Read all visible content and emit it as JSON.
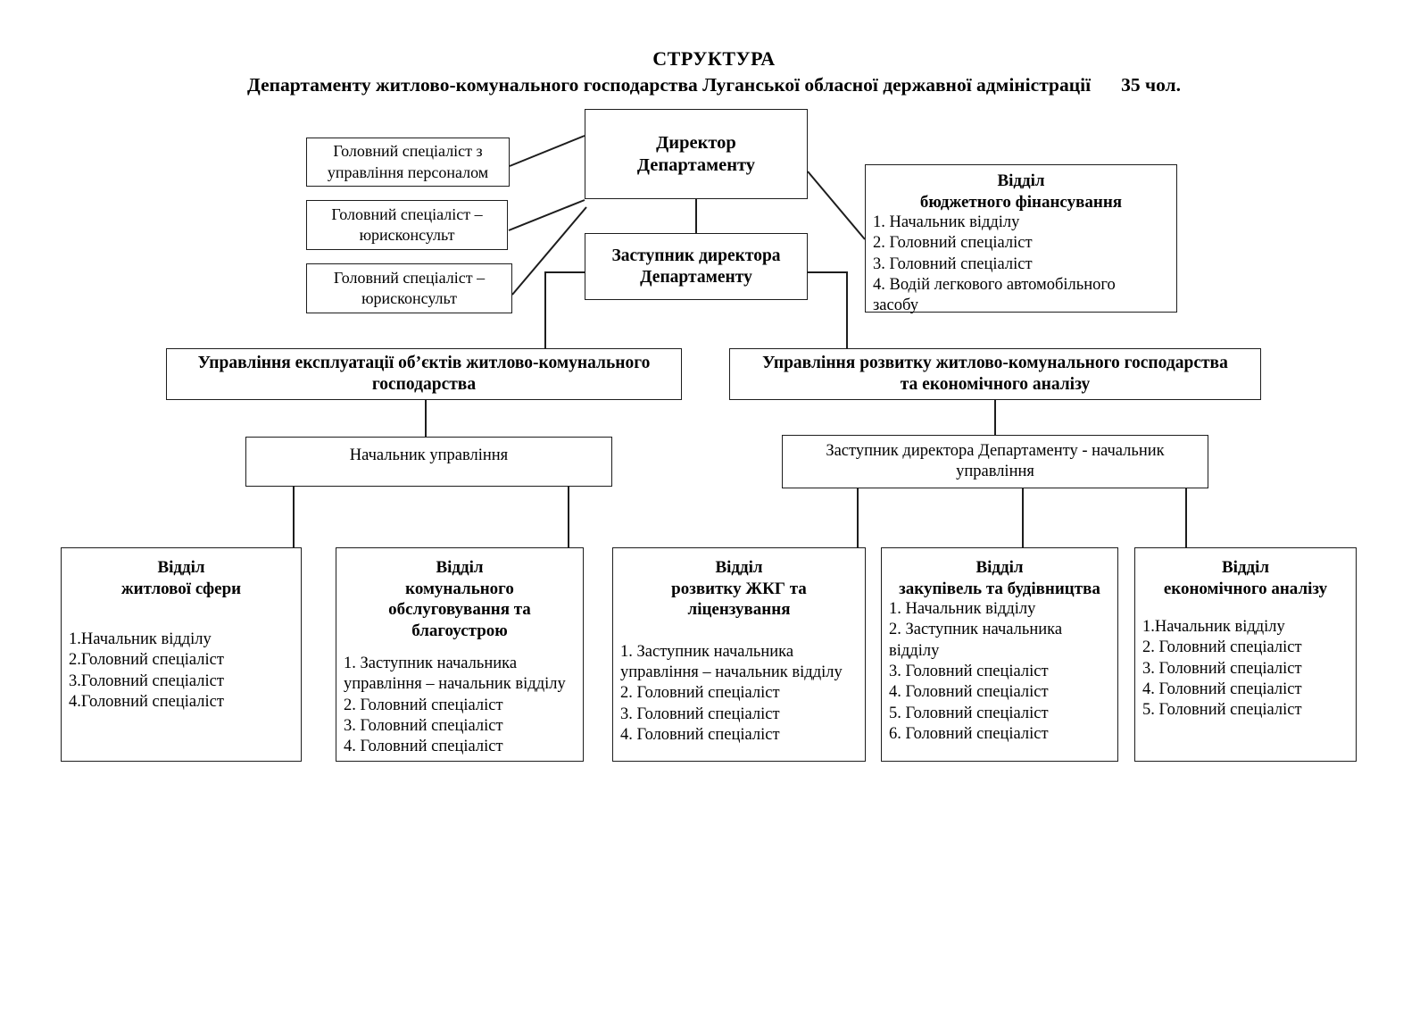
{
  "title": {
    "line1": "СТРУКТУРА",
    "line2": "Департаменту житлово-комунального господарства Луганської обласної державної адміністрації",
    "headcount": "35 чол."
  },
  "nodes": {
    "director": {
      "line1": "Директор",
      "line2": "Департаменту"
    },
    "deputy_director": {
      "line1": "Заступник директора",
      "line2": "Департаменту"
    },
    "staff": [
      {
        "line1": "Головний спеціаліст з",
        "line2": "управління персоналом"
      },
      {
        "line1": "Головний спеціаліст –",
        "line2": "юрисконсульт"
      },
      {
        "line1": "Головний спеціаліст –",
        "line2": "юрисконсульт"
      }
    ],
    "budget_dept": {
      "header1": "Відділ",
      "header2": "бюджетного фінансування",
      "items": [
        "1. Начальник відділу",
        "2. Головний спеціаліст",
        "3. Головний спеціаліст",
        "4. Водій легкового автомобільного",
        "засобу"
      ]
    },
    "division_left": {
      "line1": "Управління експлуатації об’єктів житлово-комунального",
      "line2": "господарства"
    },
    "division_right": {
      "line1": "Управління розвитку житлово-комунального господарства",
      "line2": "та економічного аналізу"
    },
    "chief_left": {
      "line1": "Начальник управління"
    },
    "chief_right": {
      "line1": "Заступник директора Департаменту  - начальник",
      "line2": "управління"
    },
    "departments": [
      {
        "header1": "Відділ",
        "header2": "житлової сфери",
        "items": [
          "1.Начальник відділу",
          "2.Головний спеціаліст",
          "3.Головний спеціаліст",
          "4.Головний спеціаліст"
        ]
      },
      {
        "header1": "Відділ",
        "header2": "комунального",
        "header3": "обслуговування та",
        "header4": "благоустрою",
        "items": [
          "1. Заступник начальника",
          "управління – начальник відділу",
          "2. Головний спеціаліст",
          "3. Головний спеціаліст",
          "4. Головний спеціаліст"
        ]
      },
      {
        "header1": "Відділ",
        "header2": "розвитку ЖКГ та",
        "header3": "ліцензування",
        "items": [
          "1. Заступник начальника",
          "управління – начальник відділу",
          "2. Головний спеціаліст",
          "3. Головний спеціаліст",
          "4. Головний спеціаліст"
        ]
      },
      {
        "header1": "Відділ",
        "header2": "закупівель та будівництва",
        "items": [
          "1. Начальник відділу",
          "2. Заступник начальника",
          "відділу",
          "3. Головний спеціаліст",
          "4. Головний спеціаліст",
          "5. Головний спеціаліст",
          "6. Головний спеціаліст"
        ]
      },
      {
        "header1": "Відділ",
        "header2": "економічного аналізу",
        "items": [
          "1.Начальник відділу",
          "2. Головний спеціаліст",
          "3. Головний спеціаліст",
          "4. Головний спеціаліст",
          "5. Головний спеціаліст"
        ]
      }
    ]
  },
  "colors": {
    "line": "#1d1d1d",
    "background": "#ffffff",
    "text": "#000000"
  }
}
